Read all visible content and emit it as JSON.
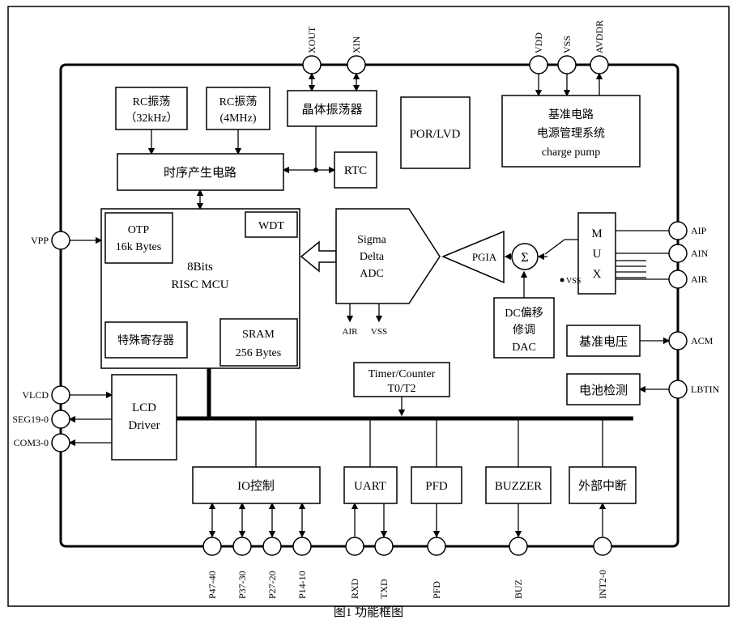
{
  "diagram": {
    "caption": "图1 功能框图"
  },
  "pins": {
    "top": [
      "XOUT",
      "XIN",
      "VDD",
      "VSS",
      "AVDDR"
    ],
    "left": [
      "VPP",
      "VLCD",
      "SEG19-0",
      "COM3-0"
    ],
    "right": [
      "AIP",
      "AIN",
      "AIR",
      "ACM",
      "LBTIN"
    ],
    "bottom": [
      "P47-40",
      "P37-30",
      "P27-20",
      "P14-10",
      "RXD",
      "TXD",
      "PFD",
      "BUZ",
      "INT2-0"
    ]
  },
  "blocks": {
    "rc32": {
      "l1": "RC振荡",
      "l2": "（32kHz）"
    },
    "rc4": {
      "l1": "RC振荡",
      "l2": "(4MHz)"
    },
    "crystal": {
      "l1": "晶体振荡器"
    },
    "por_lvd": {
      "l1": "POR/LVD"
    },
    "pmu": {
      "l1": "基准电路",
      "l2": "电源管理系统",
      "l3": "charge pump"
    },
    "timing": {
      "l1": "时序产生电路"
    },
    "rtc": {
      "l1": "RTC"
    },
    "otp": {
      "l1": "OTP",
      "l2": "16k Bytes"
    },
    "wdt": {
      "l1": "WDT"
    },
    "mcu": {
      "l1": "8Bits",
      "l2": "RISC MCU"
    },
    "sfr": {
      "l1": "特殊寄存器"
    },
    "sram": {
      "l1": "SRAM",
      "l2": "256 Bytes"
    },
    "adc": {
      "l1": "Sigma",
      "l2": "Delta",
      "l3": "ADC"
    },
    "pgia": {
      "l1": "PGIA"
    },
    "summer": {
      "l1": "Σ"
    },
    "mux": {
      "l1": "M",
      "l2": "U",
      "l3": "X"
    },
    "dac": {
      "l1": "DC偏移",
      "l2": "修调",
      "l3": "DAC"
    },
    "vref": {
      "l1": "基准电压"
    },
    "battery": {
      "l1": "电池检测"
    },
    "lcd": {
      "l1": "LCD",
      "l2": "Driver"
    },
    "timer": {
      "l1": "Timer/Counter",
      "l2": "T0/T2"
    },
    "io": {
      "l1": "IO控制"
    },
    "uart": {
      "l1": "UART"
    },
    "pfd": {
      "l1": "PFD"
    },
    "buzzer": {
      "l1": "BUZZER"
    },
    "ext_int": {
      "l1": "外部中断"
    }
  },
  "labels": {
    "adc_air": "AIR",
    "adc_vss": "VSS",
    "mux_vss": "VSS"
  }
}
